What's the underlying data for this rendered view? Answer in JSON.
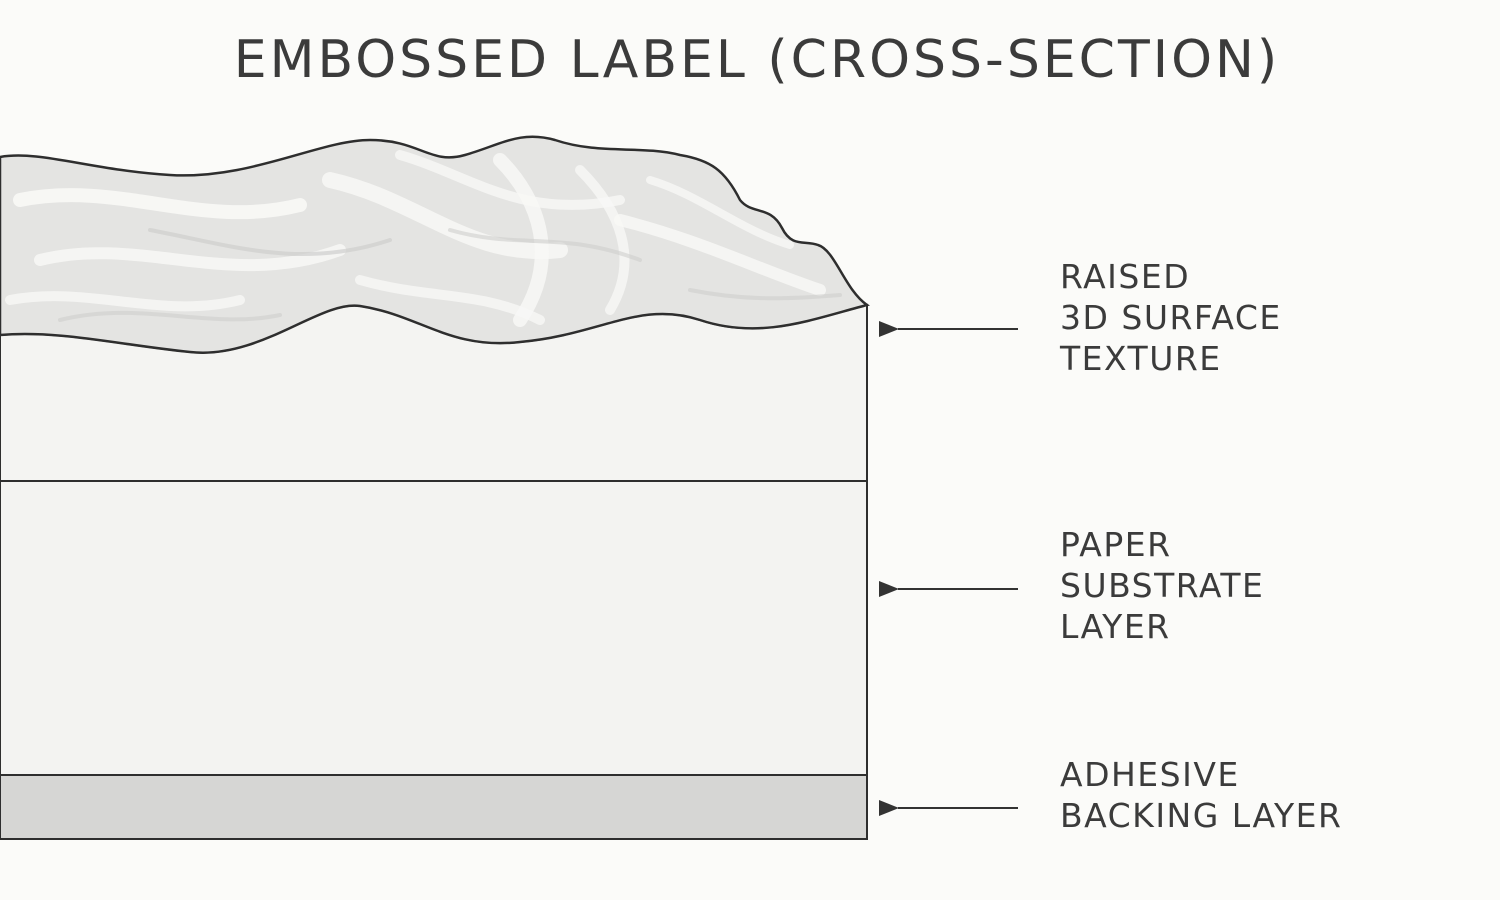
{
  "diagram": {
    "title": "EMBOSSED LABEL (CROSS-SECTION)",
    "layers": [
      {
        "id": "raised-surface",
        "lines": [
          "RAISED",
          "3D SURFACE",
          "TEXTURE"
        ]
      },
      {
        "id": "paper-substrate",
        "lines": [
          "PAPER",
          "SUBSTRATE",
          "LAYER"
        ]
      },
      {
        "id": "adhesive-backing",
        "lines": [
          "ADHESIVE",
          "BACKING LAYER"
        ]
      }
    ],
    "colors": {
      "outline": "#2e2e2e",
      "texture_base": "#e4e4e2",
      "texture_highlight": "#f7f7f5",
      "paper": "#f3f3f1",
      "adhesive": "#d6d6d4",
      "background": "#fbfbf9"
    }
  }
}
